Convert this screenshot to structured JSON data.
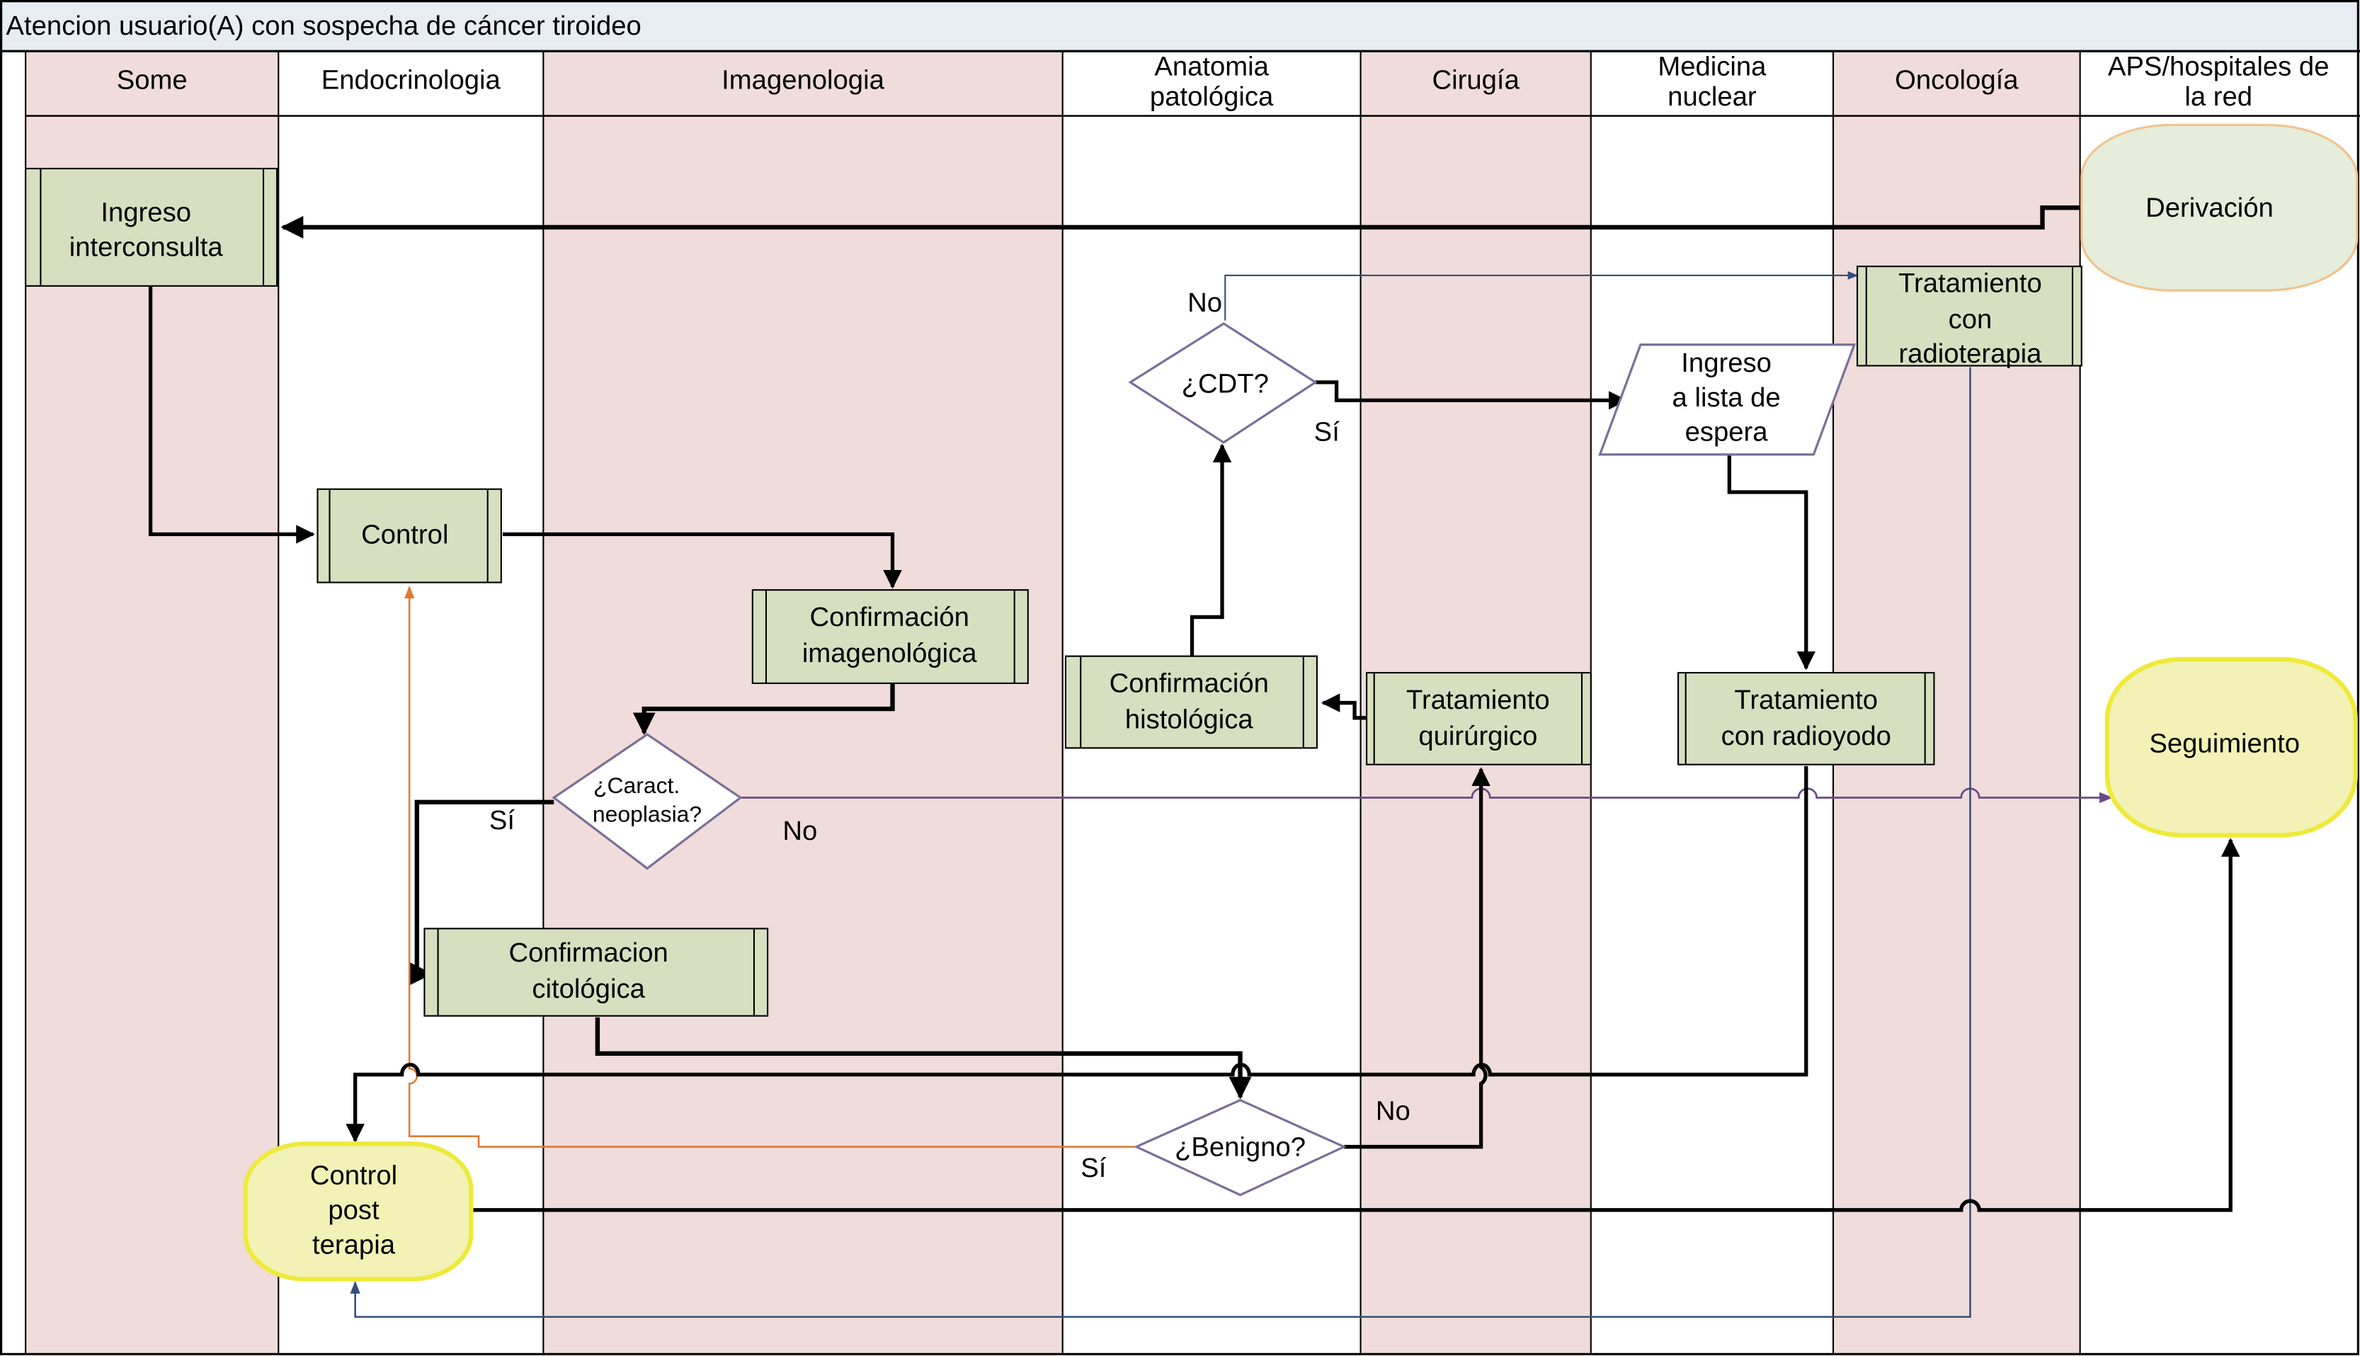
{
  "title": "Atencion usuario(A) con sospecha de cáncer tiroideo",
  "colors": {
    "lane_pink": "#efdcdb",
    "lane_white": "#ffffff",
    "title_band": "#e8ecf3",
    "process_fill": "#d6e0c0",
    "terminal_orange_fill": "#e6eddb",
    "terminal_orange_stroke": "#f2c28e",
    "terminal_yellow_fill": "#f2f2b6",
    "terminal_yellow_stroke": "#eeea3a",
    "decision_stroke": "#7a6e99",
    "flow_black": "#000000",
    "flow_purple": "#6a4a86",
    "flow_blue": "#34507a",
    "flow_orange": "#e07a30"
  },
  "lanes": [
    {
      "id": "some",
      "label": [
        "Some"
      ],
      "shade": "pink"
    },
    {
      "id": "endocrinologia",
      "label": [
        "Endocrinologia"
      ],
      "shade": "white"
    },
    {
      "id": "imagenologia",
      "label": [
        "Imagenologia"
      ],
      "shade": "pink"
    },
    {
      "id": "anatomia",
      "label": [
        "Anatomia",
        "patológica"
      ],
      "shade": "white"
    },
    {
      "id": "cirugia",
      "label": [
        "Cirugía"
      ],
      "shade": "pink"
    },
    {
      "id": "medicina-nuclear",
      "label": [
        "Medicina",
        "nuclear"
      ],
      "shade": "white"
    },
    {
      "id": "oncologia",
      "label": [
        "Oncología"
      ],
      "shade": "pink"
    },
    {
      "id": "aps",
      "label": [
        "APS/hospitales de",
        "la red"
      ],
      "shade": "white"
    }
  ],
  "nodes": [
    {
      "id": "ingreso-interconsulta",
      "type": "process",
      "lane": "some",
      "text": [
        "Ingreso",
        "interconsulta"
      ]
    },
    {
      "id": "derivacion",
      "type": "terminal-orange",
      "lane": "aps",
      "text": [
        "Derivación"
      ]
    },
    {
      "id": "control",
      "type": "process",
      "lane": "endocrinologia",
      "text": [
        "Control"
      ]
    },
    {
      "id": "confirmacion-imagenologica",
      "type": "process",
      "lane": "imagenologia",
      "text": [
        "Confirmación",
        "imagenológica"
      ]
    },
    {
      "id": "caract-neoplasia",
      "type": "decision",
      "lane": "imagenologia",
      "text": [
        "¿Caract.",
        "neoplasia?"
      ]
    },
    {
      "id": "confirmacion-citologica",
      "type": "process",
      "lane": "endocrinologia",
      "text": [
        "Confirmacion",
        "citológica"
      ]
    },
    {
      "id": "benigno",
      "type": "decision",
      "lane": "anatomia",
      "text": [
        "¿Benigno?"
      ]
    },
    {
      "id": "control-post-terapia",
      "type": "terminal-yellow",
      "lane": "endocrinologia",
      "text": [
        "Control",
        "post",
        "terapia"
      ]
    },
    {
      "id": "confirmacion-histologica",
      "type": "process",
      "lane": "anatomia",
      "text": [
        "Confirmación",
        "histológica"
      ]
    },
    {
      "id": "cdt",
      "type": "decision",
      "lane": "anatomia",
      "text": [
        "¿CDT?"
      ]
    },
    {
      "id": "tratamiento-quirurgico",
      "type": "process",
      "lane": "cirugia",
      "text": [
        "Tratamiento",
        "quirúrgico"
      ]
    },
    {
      "id": "ingreso-lista-espera",
      "type": "data",
      "lane": "medicina-nuclear",
      "text": [
        "Ingreso",
        "a lista de",
        "espera"
      ]
    },
    {
      "id": "tratamiento-radioyodo",
      "type": "process",
      "lane": "medicina-nuclear",
      "text": [
        "Tratamiento",
        "con radioyodo"
      ]
    },
    {
      "id": "tratamiento-radioterapia",
      "type": "process",
      "lane": "oncologia",
      "text": [
        "Tratamiento",
        "con",
        "radioterapia"
      ]
    },
    {
      "id": "seguimiento",
      "type": "terminal-yellow",
      "lane": "aps",
      "text": [
        "Seguimiento"
      ]
    }
  ],
  "edge_labels": {
    "caract_si": "Sí",
    "caract_no": "No",
    "cdt_no": "No",
    "cdt_si": "Sí",
    "benigno_si": "Sí",
    "benigno_no": "No"
  },
  "edges": [
    {
      "from": "derivacion",
      "to": "ingreso-interconsulta",
      "style": "black"
    },
    {
      "from": "ingreso-interconsulta",
      "to": "control",
      "style": "black"
    },
    {
      "from": "control",
      "to": "confirmacion-imagenologica",
      "style": "black"
    },
    {
      "from": "confirmacion-imagenologica",
      "to": "caract-neoplasia",
      "style": "black"
    },
    {
      "from": "caract-neoplasia",
      "to": "confirmacion-citologica",
      "label": "Sí",
      "style": "black"
    },
    {
      "from": "caract-neoplasia",
      "to": "seguimiento",
      "label": "No",
      "style": "purple"
    },
    {
      "from": "confirmacion-citologica",
      "to": "benigno",
      "style": "black"
    },
    {
      "from": "benigno",
      "to": "control",
      "label": "Sí",
      "style": "orange"
    },
    {
      "from": "benigno",
      "to": "tratamiento-quirurgico",
      "label": "No",
      "style": "black"
    },
    {
      "from": "tratamiento-quirurgico",
      "to": "confirmacion-histologica",
      "style": "black"
    },
    {
      "from": "confirmacion-histologica",
      "to": "cdt",
      "style": "black"
    },
    {
      "from": "cdt",
      "to": "ingreso-lista-espera",
      "label": "Sí",
      "style": "black"
    },
    {
      "from": "cdt",
      "to": "tratamiento-radioterapia",
      "label": "No",
      "style": "blue"
    },
    {
      "from": "ingreso-lista-espera",
      "to": "tratamiento-radioyodo",
      "style": "black"
    },
    {
      "from": "tratamiento-radioyodo",
      "to": "control-post-terapia",
      "style": "black"
    },
    {
      "from": "tratamiento-radioterapia",
      "to": "control-post-terapia",
      "style": "blue"
    },
    {
      "from": "control-post-terapia",
      "to": "seguimiento",
      "style": "black"
    }
  ]
}
